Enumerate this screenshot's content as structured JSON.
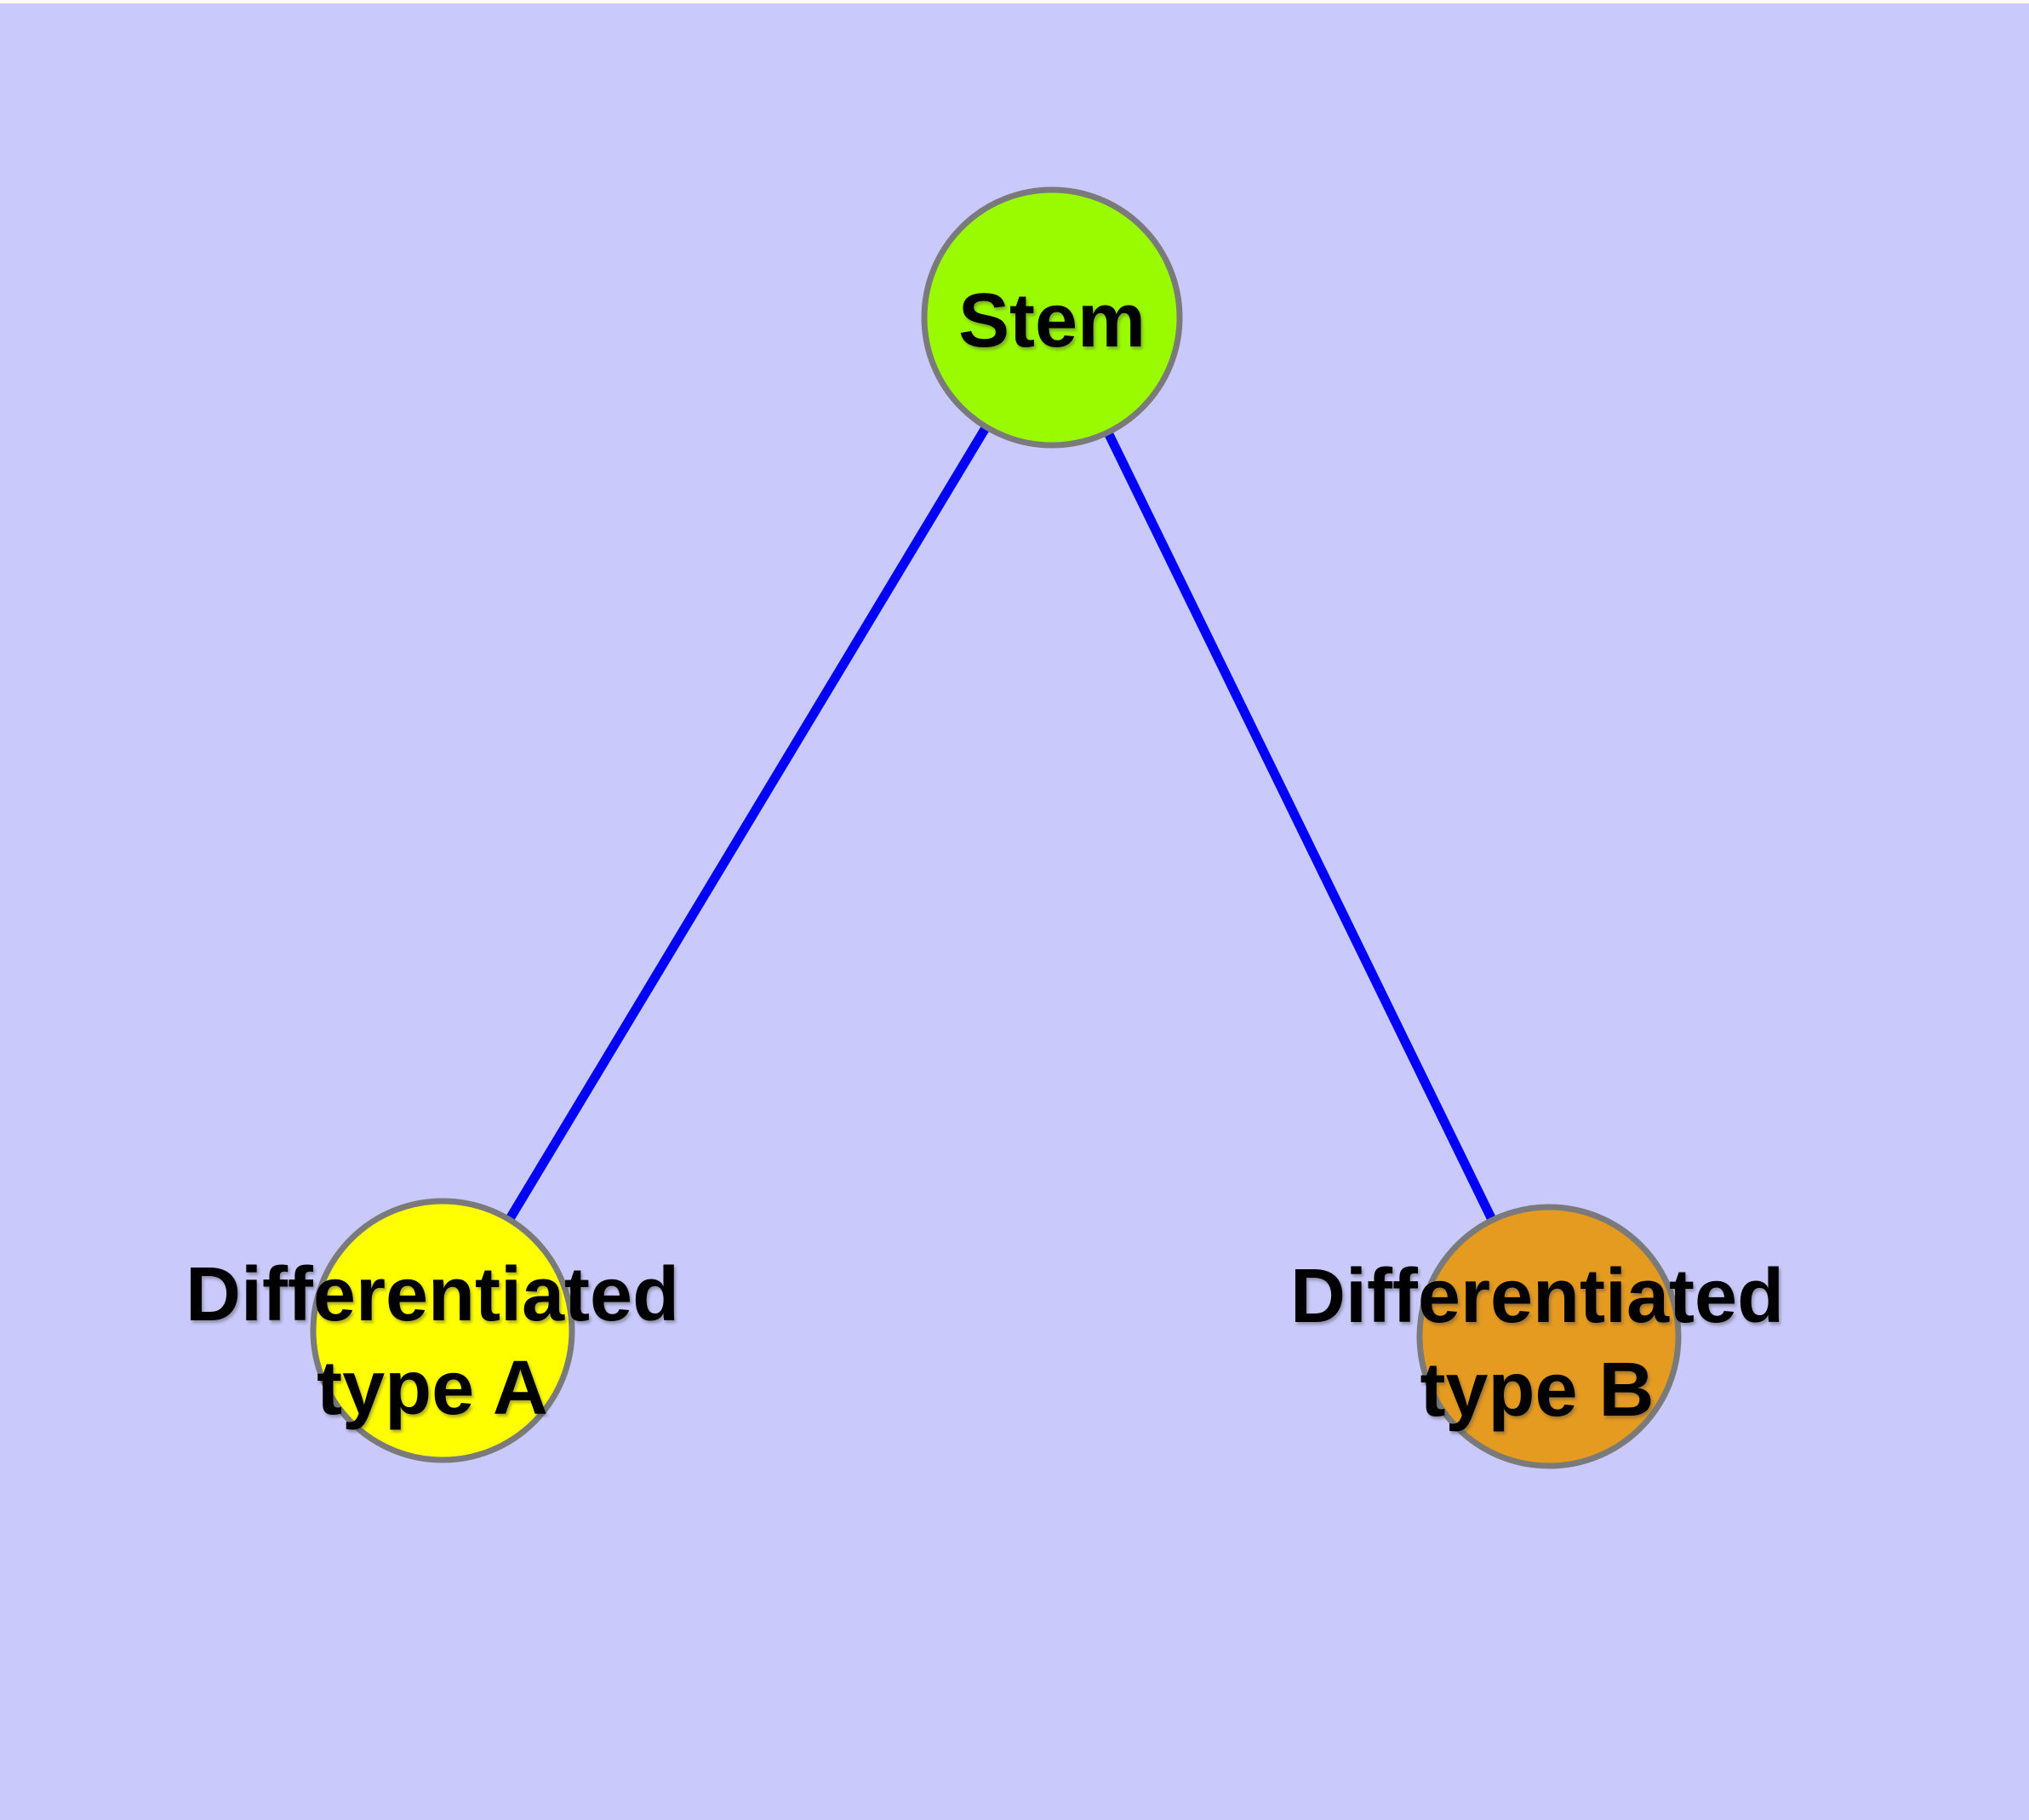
{
  "diagram": {
    "background_color": "#c9c9fb",
    "top_edge_color": "#fdfdfd",
    "edge_color": "#0000f8",
    "node_border_color": "#7a7a7a",
    "text_color": "#000000",
    "nodes": [
      {
        "id": "stem",
        "line1": "Stem",
        "fill": "#9afb00"
      },
      {
        "id": "differentiated-type-a",
        "line1": "Differentiated",
        "line2": "type A",
        "fill": "#ffff00"
      },
      {
        "id": "differentiated-type-b",
        "line1": "Differentiated",
        "line2": "type B",
        "fill": "#e59a20"
      }
    ],
    "edges": [
      {
        "from": "Stem",
        "to": "Differentiated type A"
      },
      {
        "from": "Stem",
        "to": "Differentiated type B"
      }
    ]
  }
}
